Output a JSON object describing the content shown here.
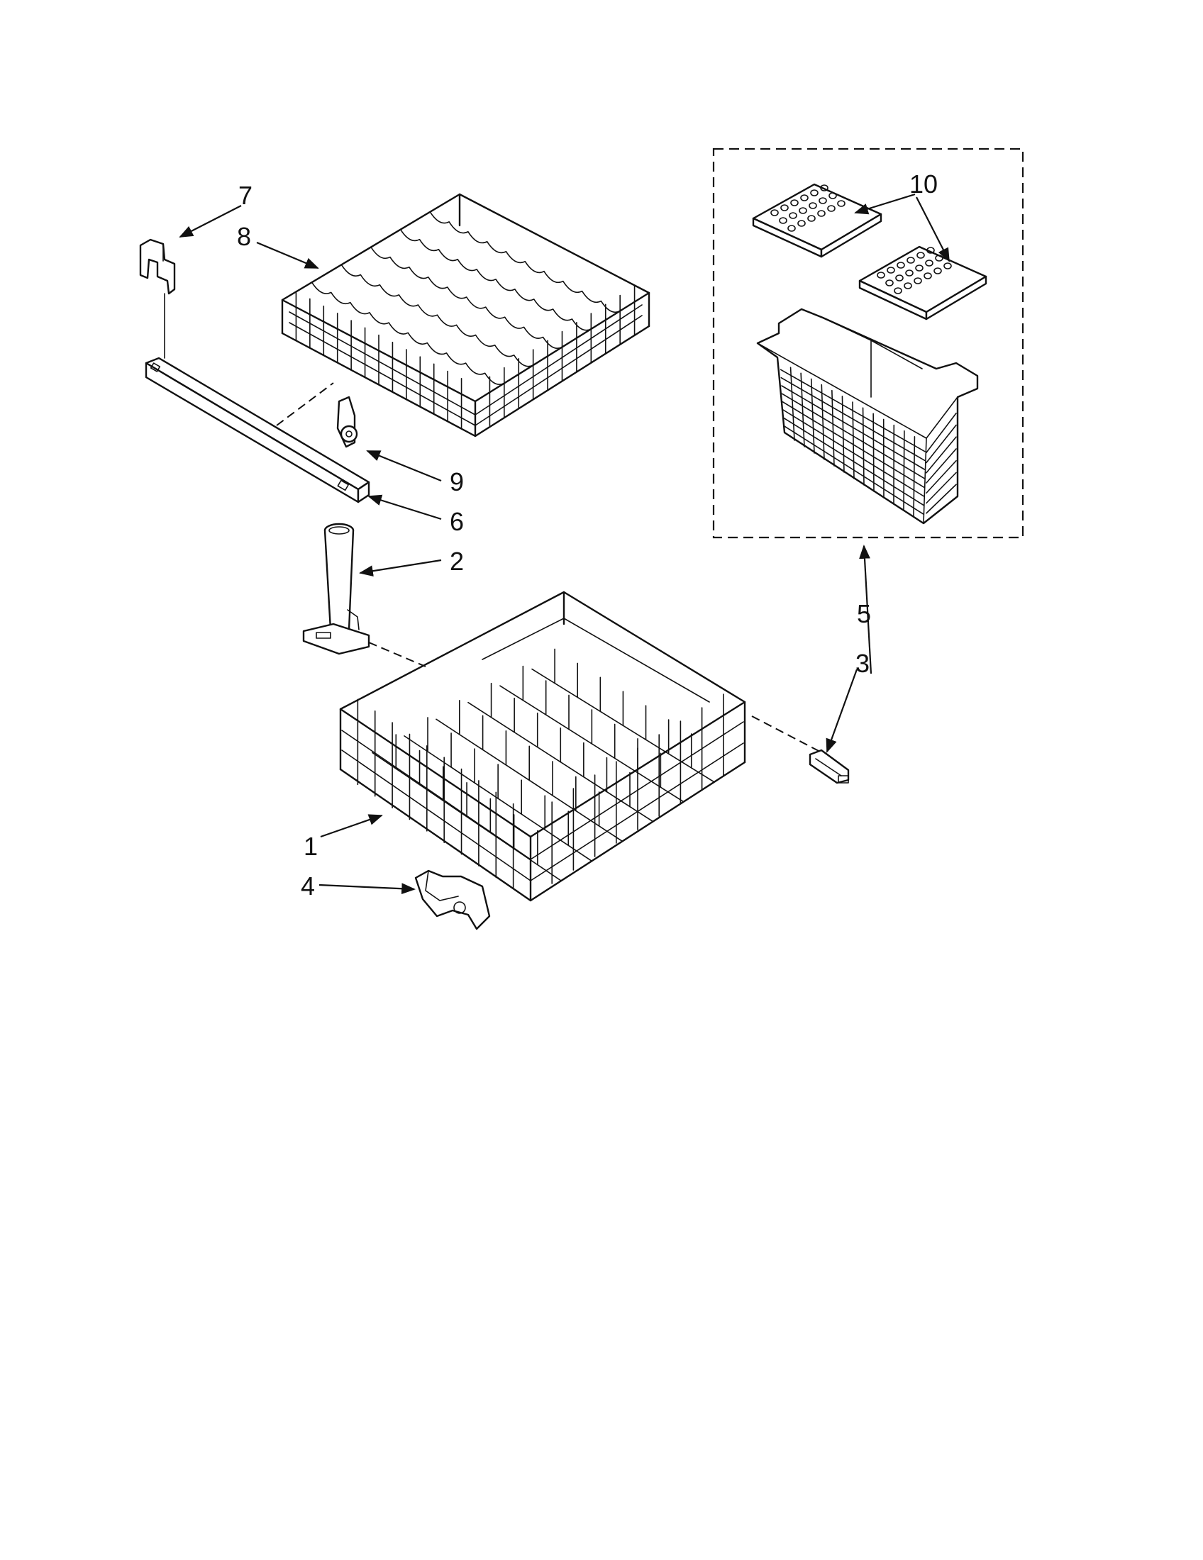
{
  "callouts": {
    "c1": "1",
    "c2": "2",
    "c3": "3",
    "c4": "4",
    "c5": "5",
    "c6": "6",
    "c7": "7",
    "c8": "8",
    "c9": "9",
    "c10": "10"
  },
  "ink_color": "#111111",
  "background_color": "#ffffff"
}
